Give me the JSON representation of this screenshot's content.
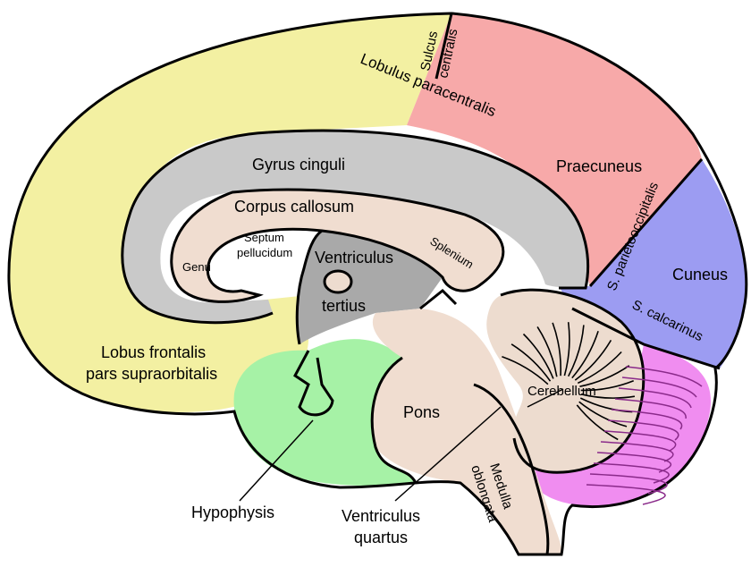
{
  "colors": {
    "frontal": "#f3f0a2",
    "parietal": "#f7a9a9",
    "occipital": "#9c9cf2",
    "cingulate": "#c9c9c9",
    "callosum": "#f0ddd0",
    "ventricle": "#a9a9a9",
    "hypophysis_region": "#a6f2a6",
    "cerebellum": "#eddccf",
    "cerebellum_back": "#f08df0",
    "outline": "#000000"
  },
  "labels": {
    "sulcus": "Sulcus",
    "centralis": "centralis",
    "lobulus_paracentralis": "Lobulus paracentralis",
    "praecuneus": "Praecuneus",
    "gyrus_cinguli": "Gyrus cinguli",
    "corpus_callosum": "Corpus callosum",
    "septum": "Septum",
    "pellucidum": "pellucidum",
    "genu": "Genu",
    "ventriculus": "Ventriculus",
    "tertius": "tertius",
    "splenium": "Splenium",
    "s_parietooccipitalis": "S. parietooccipitalis",
    "cuneus": "Cuneus",
    "s_calcarinus": "S. calcarinus",
    "lobus_frontalis": "Lobus frontalis",
    "pars_supraorbitalis": "pars supraorbitalis",
    "cerebellum": "Cerebellum",
    "pons": "Pons",
    "medulla": "Medulla",
    "oblongata": "oblongata",
    "hypophysis": "Hypophysis",
    "ventriculus_q": "Ventriculus",
    "quartus": "quartus"
  }
}
